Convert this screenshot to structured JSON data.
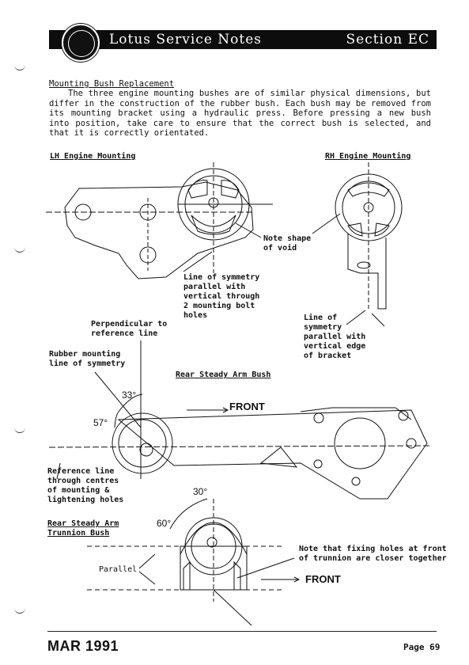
{
  "header": {
    "title": "Lotus Service Notes",
    "section": "Section EC"
  },
  "section_title": "Mounting Bush Replacement",
  "paragraph": "The three engine mounting bushes are of similar physical dimensions, but differ in the construction of the rubber bush. Each bush may be removed from its mounting bracket using a hydraulic press. Before pressing a new bush into position, take care to ensure that the correct bush is selected, and that it is correctly orientated.",
  "figures": {
    "lh_title": "LH Engine Mounting",
    "rh_title": "RH Engine Mounting",
    "note_void": "Note shape\nof void",
    "line_sym_lh": "Line of symmetry\nparallel with\nvertical through\n2 mounting bolt\nholes",
    "perpendicular": "Perpendicular to\nreference line",
    "line_sym_rh": "Line of\nsymmetry\nparallel with\nvertical edge\nof bracket",
    "rubber_line": "Rubber mounting\nline of symmetry",
    "rear_arm_title": "Rear Steady Arm Bush",
    "front_1": "FRONT",
    "angle_33": "33°",
    "angle_57": "57°",
    "reference_line": "Reference line\nthrough centres\nof mounting &\nlightening holes",
    "angle_30": "30°",
    "angle_60": "60°",
    "trunnion_title_1": "Rear Steady Arm",
    "trunnion_title_2": "Trunnion Bush",
    "fixing_note": "Note that fixing holes at front\nof trunnion are closer together",
    "parallel": "Parallel",
    "front_2": "FRONT"
  },
  "footer": {
    "date": "MAR 1991",
    "page": "Page 69"
  }
}
